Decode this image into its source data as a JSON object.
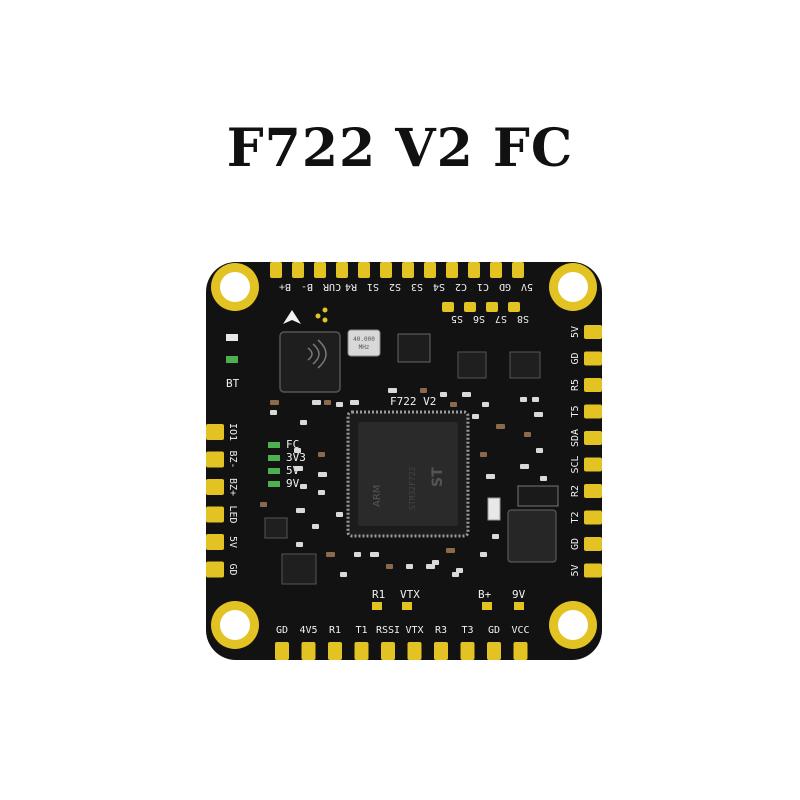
{
  "title": "F722 V2 FC",
  "board": {
    "silkscreen": "F722  V2",
    "colors": {
      "pcb": "#121212",
      "pad_gold": "#e2c323",
      "pad_edge": "#c9a814",
      "silk": "#f2f2f2"
    },
    "top_pads": [
      "B+",
      "B-",
      "CUR",
      "R4",
      "S1",
      "S2",
      "S3",
      "S4",
      "C2",
      "C1",
      "GD",
      "5V"
    ],
    "motor_pads": [
      "S5",
      "S6",
      "S7",
      "S8"
    ],
    "right_pads": [
      "5V",
      "GD",
      "R5",
      "T5",
      "SDA",
      "SCL",
      "R2",
      "T2",
      "GD",
      "5V"
    ],
    "left_pads": [
      "IO1",
      "BZ-",
      "BZ+",
      "LED",
      "5V",
      "GD"
    ],
    "bottom_pads": [
      "GD",
      "4V5",
      "R1",
      "T1",
      "RSSI",
      "VTX",
      "R3",
      "T3",
      "GD",
      "VCC"
    ],
    "bottom_jumpers": [
      "R1",
      "VTX",
      "B+",
      "9V"
    ],
    "led_labels": [
      "FC",
      "3V3",
      "5V",
      "9V"
    ],
    "bt_label": "BT",
    "mcu_text": [
      "ARM",
      "ST",
      "STM32F722"
    ],
    "crystal_text": [
      "40.000",
      "MHz"
    ]
  }
}
